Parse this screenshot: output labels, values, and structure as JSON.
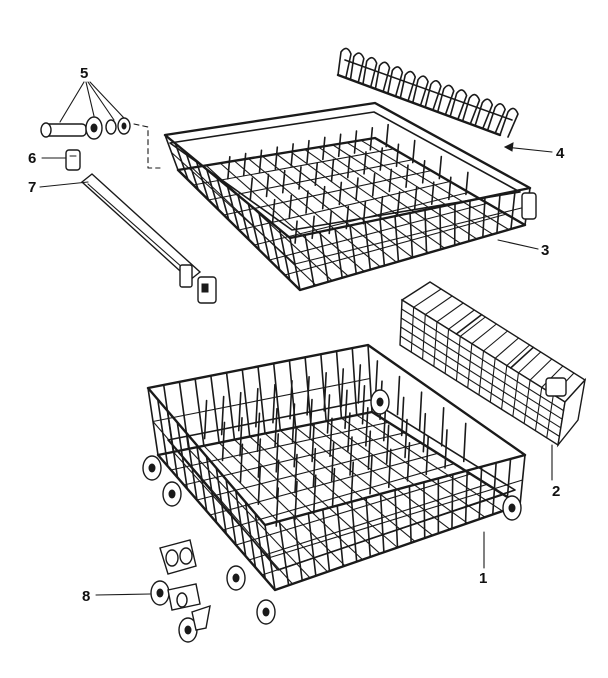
{
  "callouts": {
    "c1": "1",
    "c2": "2",
    "c3": "3",
    "c4": "4",
    "c5": "5",
    "c6": "6",
    "c7": "7",
    "c8": "8"
  },
  "colors": {
    "ink": "#1a1a1a",
    "background": "#ffffff"
  }
}
